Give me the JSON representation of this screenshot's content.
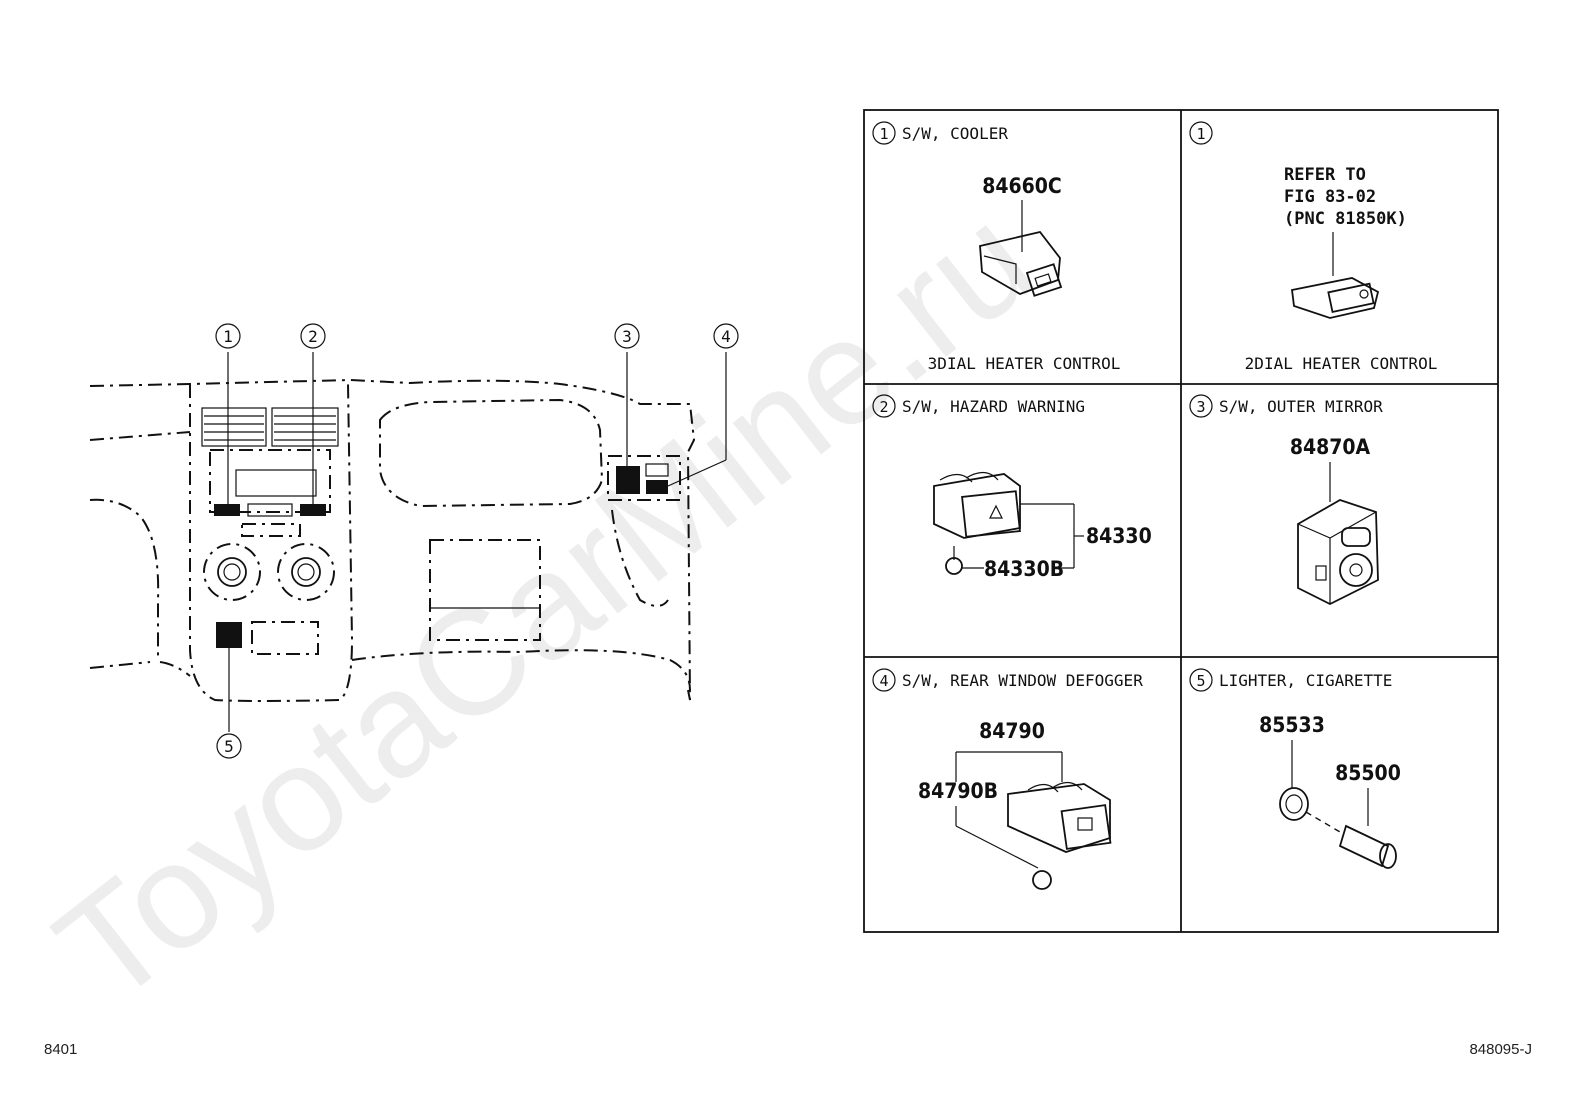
{
  "watermark": "ToyotaCarMine.ru",
  "footer": {
    "left": "8401",
    "right": "848095-J"
  },
  "callouts": {
    "c1": "1",
    "c2": "2",
    "c3": "3",
    "c4": "4",
    "c5": "5"
  },
  "panels": {
    "p1": {
      "num": "1",
      "title": "S/W, COOLER",
      "part": "84660C",
      "caption": "3DIAL HEATER CONTROL"
    },
    "p2": {
      "num": "1",
      "refer": [
        "REFER TO",
        "FIG 83-02",
        "(PNC 81850K)"
      ],
      "caption": "2DIAL HEATER CONTROL"
    },
    "p3": {
      "num": "2",
      "title": "S/W, HAZARD WARNING",
      "part_a": "84330",
      "part_b": "84330B"
    },
    "p4": {
      "num": "3",
      "title": "S/W, OUTER MIRROR",
      "part": "84870A"
    },
    "p5": {
      "num": "4",
      "title": "S/W, REAR WINDOW DEFOGGER",
      "part_a": "84790",
      "part_b": "84790B"
    },
    "p6": {
      "num": "5",
      "title": "LIGHTER, CIGARETTE",
      "part_a": "85533",
      "part_b": "85500"
    }
  }
}
